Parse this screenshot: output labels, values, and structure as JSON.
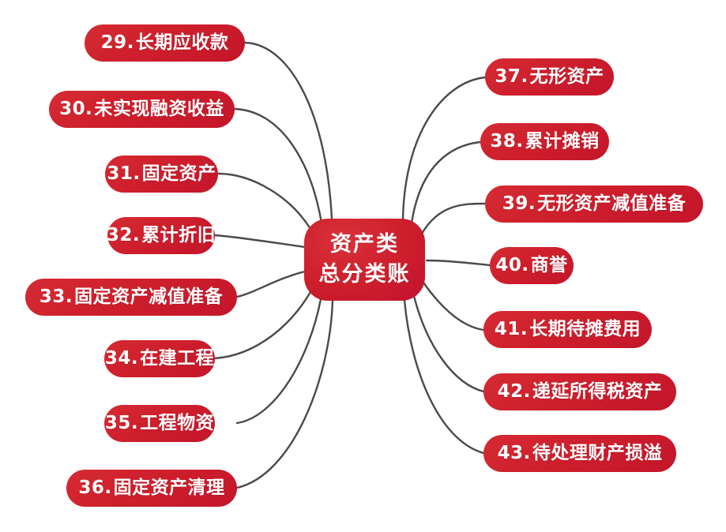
{
  "diagram": {
    "title": "资产类总分类账思维导图",
    "type": "mind-map",
    "center": {
      "line1": "资产类",
      "line2": "总分类账"
    },
    "colors": {
      "node_red": "#ce1f2c",
      "node_text": "#ffffff",
      "edge_gray": "#4a4a4a",
      "background": "#ffffff"
    },
    "left_branches": [
      {
        "num": "29.",
        "label": "长期应收款"
      },
      {
        "num": "30.",
        "label": "未实现融资收益"
      },
      {
        "num": "31.",
        "label": "固定资产"
      },
      {
        "num": "32.",
        "label": "累计折旧"
      },
      {
        "num": "33.",
        "label": "固定资产减值准备"
      },
      {
        "num": "34.",
        "label": "在建工程"
      },
      {
        "num": "35.",
        "label": "工程物资"
      },
      {
        "num": "36.",
        "label": "固定资产清理"
      }
    ],
    "right_branches": [
      {
        "num": "37.",
        "label": "无形资产"
      },
      {
        "num": "38.",
        "label": "累计摊销"
      },
      {
        "num": "39.",
        "label": "无形资产减值准备"
      },
      {
        "num": "40.",
        "label": "商誉"
      },
      {
        "num": "41.",
        "label": "长期待摊费用"
      },
      {
        "num": "42.",
        "label": "递延所得税资产"
      },
      {
        "num": "43.",
        "label": "待处理财产损溢"
      }
    ]
  }
}
